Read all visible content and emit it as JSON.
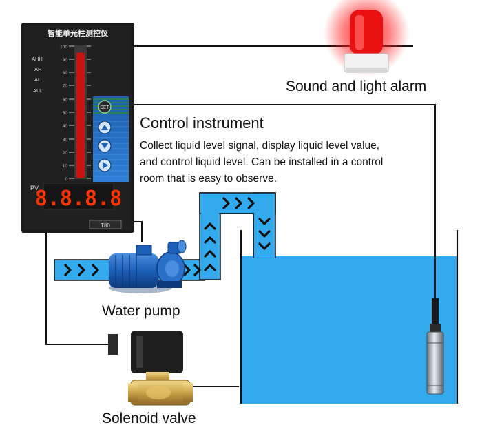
{
  "instrument": {
    "title_cn": "智能单光柱测控仪",
    "alarm_levels": [
      "AHH",
      "AH",
      "AL",
      "ALL"
    ],
    "scale_ticks": [
      "100",
      "90",
      "80",
      "70",
      "60",
      "50",
      "40",
      "30",
      "20",
      "10",
      "0"
    ],
    "pv_label": "PV",
    "display_digits": "8.8.8.8",
    "model": "T80",
    "set_button": "SET",
    "bar_level_percent": 95
  },
  "labels": {
    "alarm": "Sound and light alarm",
    "control_title": "Control instrument",
    "control_desc": [
      "Collect liquid level signal, display liquid level value,",
      "and control liquid level. Can be installed in a control",
      "room that is easy to observe."
    ],
    "pump": "Water pump",
    "valve": "Solenoid valve"
  },
  "icons": [
    "up-arrow-icon",
    "down-arrow-icon",
    "right-arrow-icon"
  ],
  "colors": {
    "water": "#33aaee",
    "panel": "#1a1a1a",
    "bar": "#cc1111",
    "alarm": "#ee1111",
    "display": "#ff3300",
    "pipe_arrow": "#111111"
  }
}
